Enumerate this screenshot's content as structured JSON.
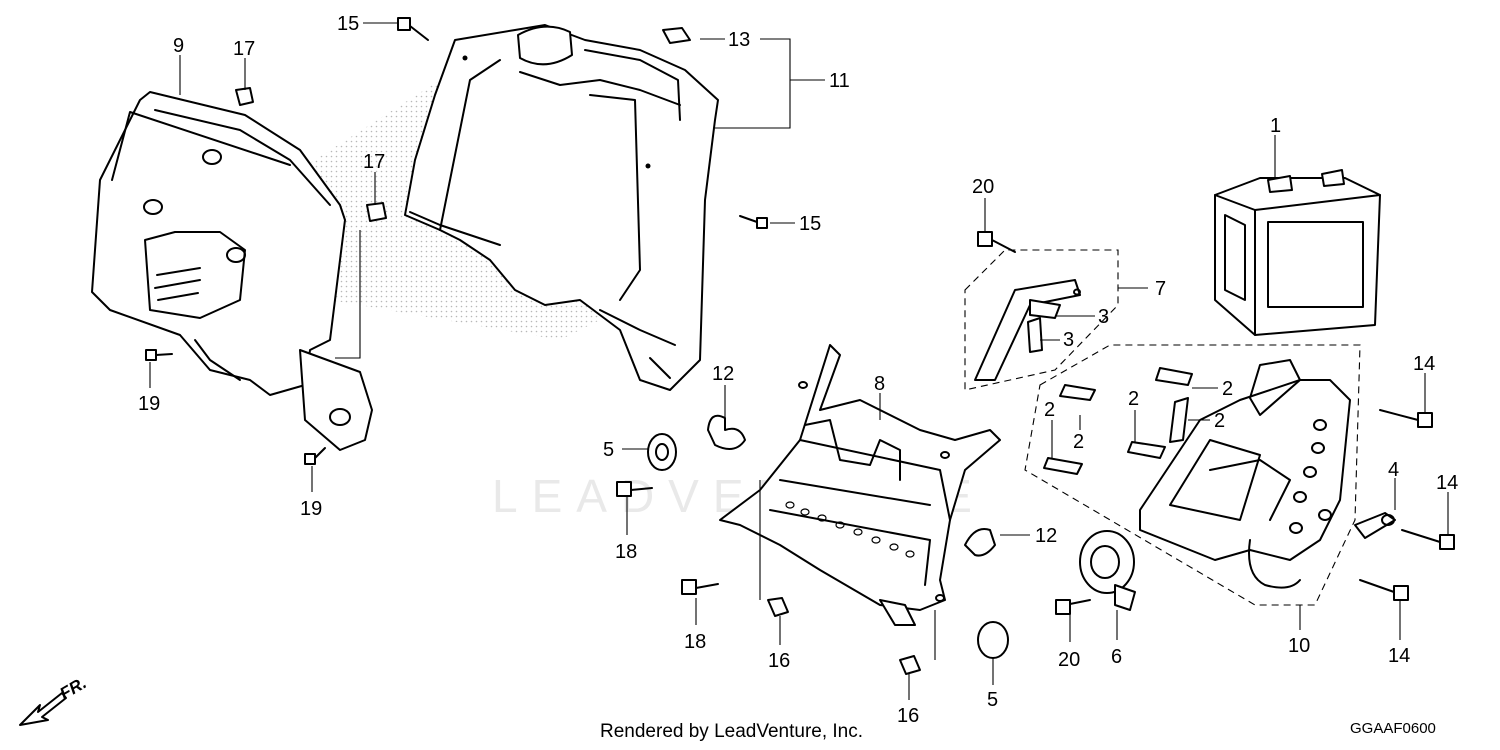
{
  "diagram": {
    "watermark": "LEADVENTURE",
    "footer": "Rendered by LeadVenture, Inc.",
    "code": "GGAAF0600",
    "direction": "FR.",
    "callouts": {
      "c1": "1",
      "c2a": "2",
      "c2b": "2",
      "c2c": "2",
      "c2d": "2",
      "c2e": "2",
      "c3a": "3",
      "c3b": "3",
      "c4": "4",
      "c5a": "5",
      "c5b": "5",
      "c6": "6",
      "c7": "7",
      "c8": "8",
      "c9": "9",
      "c10": "10",
      "c11": "11",
      "c12a": "12",
      "c12b": "12",
      "c13": "13",
      "c14a": "14",
      "c14b": "14",
      "c14c": "14",
      "c15a": "15",
      "c15b": "15",
      "c16a": "16",
      "c16b": "16",
      "c17a": "17",
      "c17b": "17",
      "c18a": "18",
      "c18b": "18",
      "c19a": "19",
      "c19b": "19",
      "c20a": "20",
      "c20b": "20"
    }
  }
}
